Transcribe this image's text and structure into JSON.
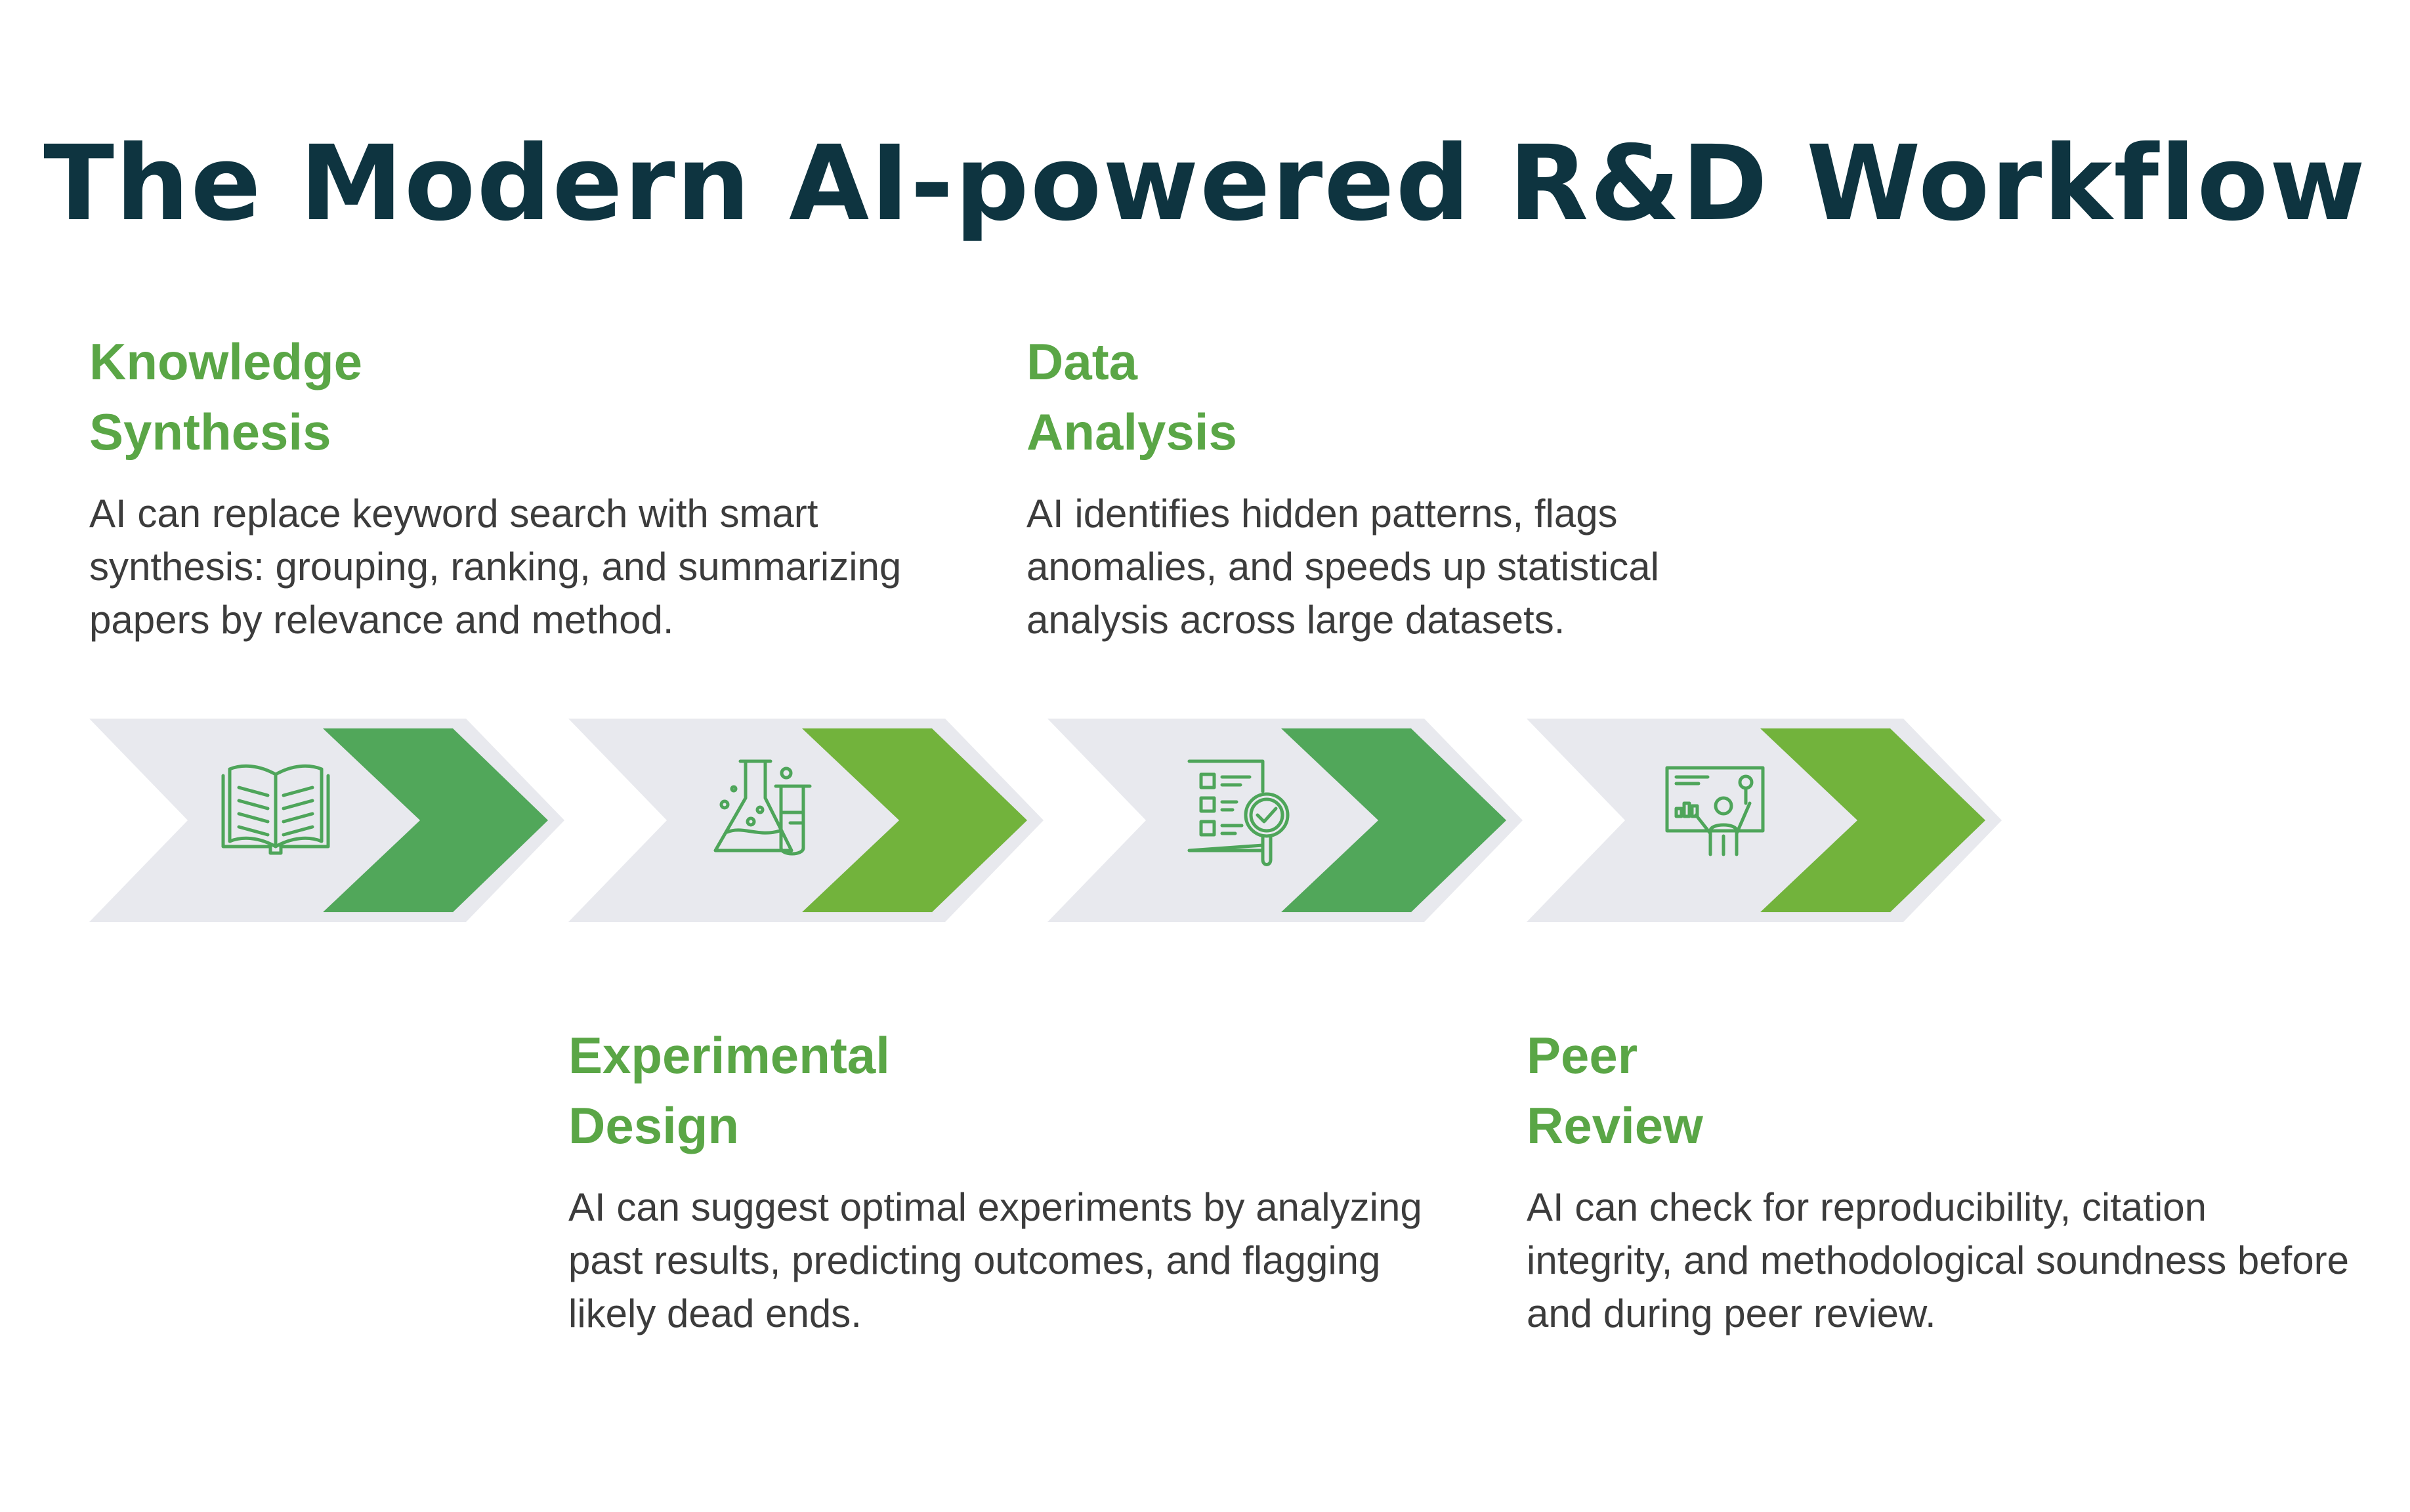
{
  "title": "The Modern AI-powered R&D Workflow",
  "colors": {
    "title": "#0e3440",
    "step_title": "#5aa646",
    "description": "#3c3c3c",
    "chevron_background": "#e8e9ee",
    "green_dark": "#51a75a",
    "green_light": "#72b33c",
    "icon_stroke": "#4ea55a"
  },
  "steps": [
    {
      "title": "Knowledge\nSynthesis",
      "description": "AI can replace keyword search with smart synthesis: grouping, ranking, and summarizing papers by relevance and method.",
      "icon": "open-book-icon",
      "accent": "green_dark",
      "text_position": "above"
    },
    {
      "title": "Experimental\nDesign",
      "description": "AI can suggest optimal experiments by analyzing past results, predicting outcomes, and flagging likely dead ends.",
      "icon": "lab-flask-icon",
      "accent": "green_light",
      "text_position": "below"
    },
    {
      "title": "Data\nAnalysis",
      "description": "AI identifies hidden patterns, flags anomalies, and speeds up statistical analysis across large datasets.",
      "icon": "checklist-magnifier-icon",
      "accent": "green_dark",
      "text_position": "above"
    },
    {
      "title": "Peer\nReview",
      "description": "AI can check for reproducibility, citation integrity, and methodological soundness before and during peer review.",
      "icon": "presenter-board-icon",
      "accent": "green_light",
      "text_position": "below"
    }
  ]
}
